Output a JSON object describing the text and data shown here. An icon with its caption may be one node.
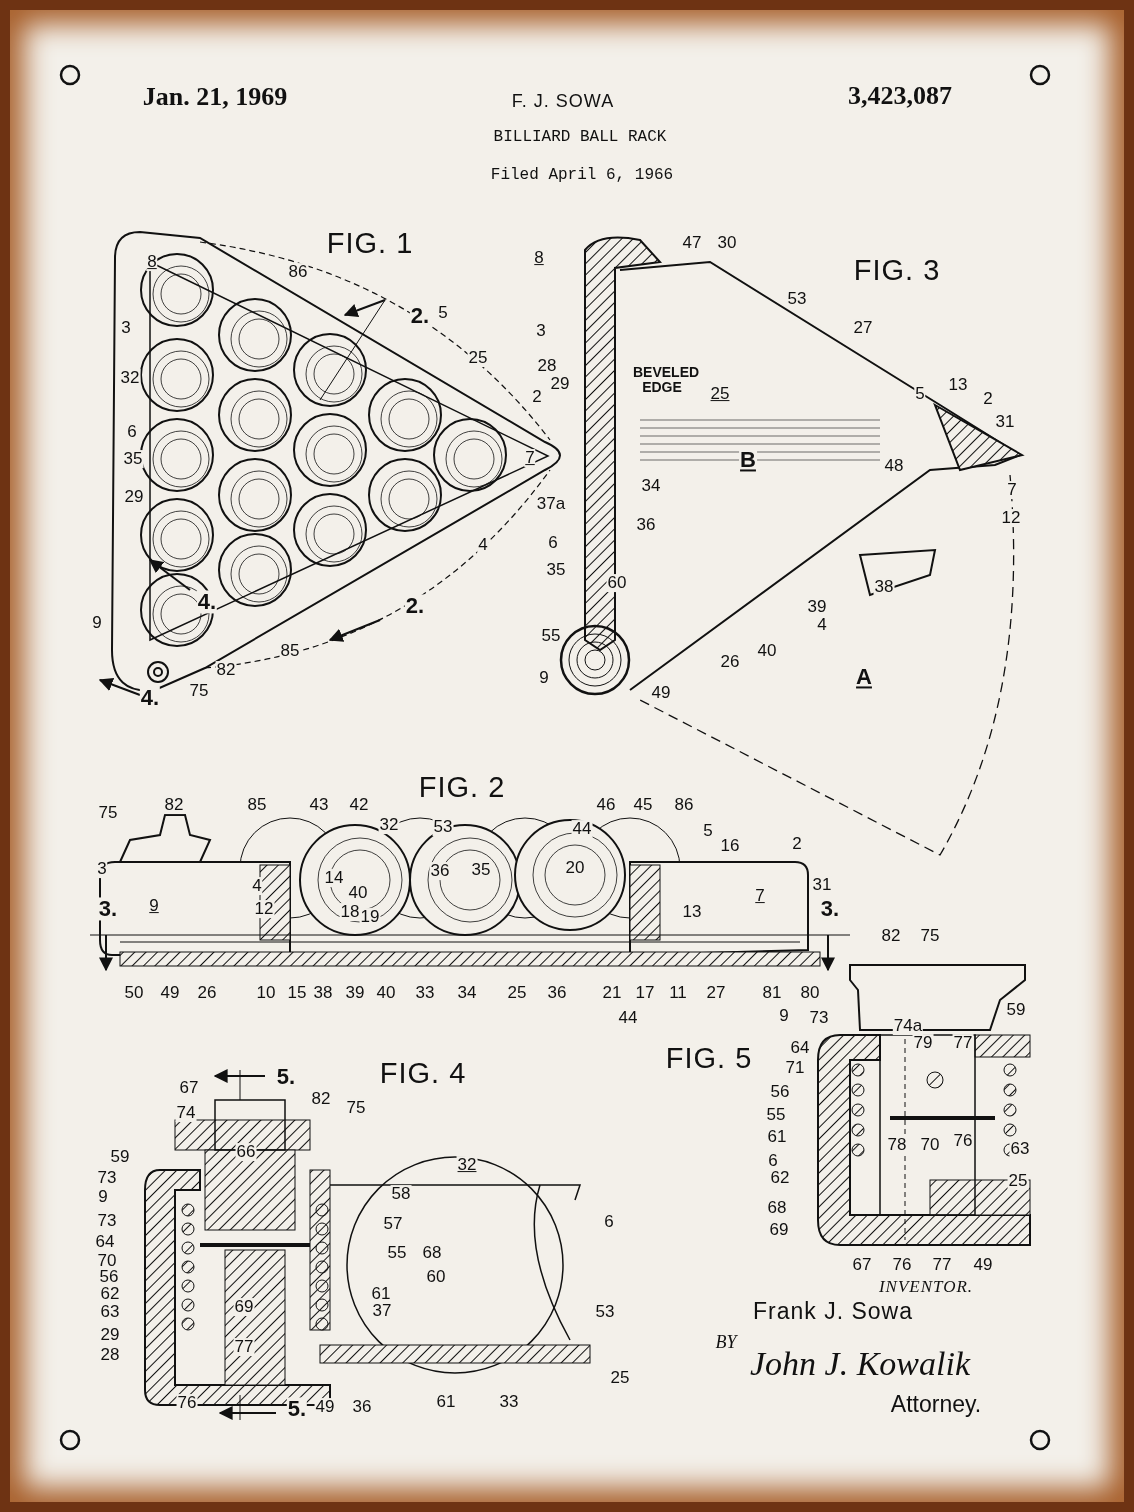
{
  "diagram": {
    "labels": [
      "Jan. 21, 1969",
      "F. J. SOWA",
      "3,423,087",
      "BILLIARD BALL RACK",
      "Filed April 6, 1966",
      "FIG. 1",
      "8",
      "86",
      "2.",
      "5",
      "25",
      "3",
      "32",
      "6",
      "35",
      "29",
      "7",
      "2",
      "4",
      "4.",
      "2.",
      "9",
      "85",
      "82",
      "75",
      "4.",
      "FIG. 3",
      "8",
      "47",
      "30",
      "53",
      "3",
      "27",
      "28",
      "29",
      "BEVELED EDGE",
      "25",
      "5",
      "13",
      "2",
      "31",
      "B",
      "48",
      "7",
      "12",
      "34",
      "37a",
      "36",
      "6",
      "35",
      "38",
      "39",
      "60",
      "55",
      "4",
      "26",
      "40",
      "9",
      "49",
      "A",
      "FIG. 2",
      "75",
      "82",
      "85",
      "43",
      "42",
      "32",
      "53",
      "46",
      "45",
      "86",
      "44",
      "5",
      "16",
      "2",
      "3",
      "9",
      "7",
      "31",
      "3.",
      "3.",
      "4",
      "14",
      "40",
      "12",
      "18",
      "19",
      "36",
      "35",
      "20",
      "13",
      "50",
      "49",
      "26",
      "10",
      "15",
      "38",
      "39",
      "40",
      "33",
      "34",
      "25",
      "36",
      "21",
      "17",
      "11",
      "27",
      "44",
      "81",
      "80",
      "FIG. 4",
      "67",
      "5.",
      "74",
      "82",
      "75",
      "59",
      "73",
      "9",
      "73",
      "64",
      "70",
      "56",
      "62",
      "63",
      "29",
      "28",
      "32",
      "66",
      "58",
      "57",
      "6",
      "55",
      "68",
      "60",
      "61",
      "37",
      "53",
      "69",
      "77",
      "25",
      "76",
      "5.",
      "49",
      "36",
      "61",
      "33",
      "FIG. 5",
      "82",
      "75",
      "74a",
      "9",
      "73",
      "59",
      "64",
      "71",
      "79",
      "77",
      "56",
      "55",
      "61",
      "78",
      "70",
      "76",
      "6",
      "62",
      "63",
      "25",
      "68",
      "69",
      "67",
      "76",
      "77",
      "49",
      "INVENTOR.",
      "Frank J. Sowa",
      "BY",
      "John J. Kowalik",
      "Attorney."
    ]
  }
}
